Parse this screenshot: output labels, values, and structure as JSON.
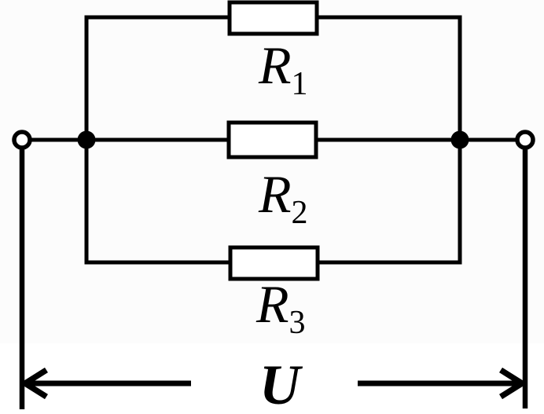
{
  "diagram": {
    "kind": "parallel-resistor-circuit",
    "resistors": [
      {
        "symbol": "R",
        "subscript": "1"
      },
      {
        "symbol": "R",
        "subscript": "2"
      },
      {
        "symbol": "R",
        "subscript": "3"
      }
    ],
    "voltage_label": "U",
    "colors": {
      "line": "#000000",
      "background": "#ffffff",
      "circuit_area_tint": "#fcfcfc",
      "resistor_fill": "#ffffff"
    }
  }
}
